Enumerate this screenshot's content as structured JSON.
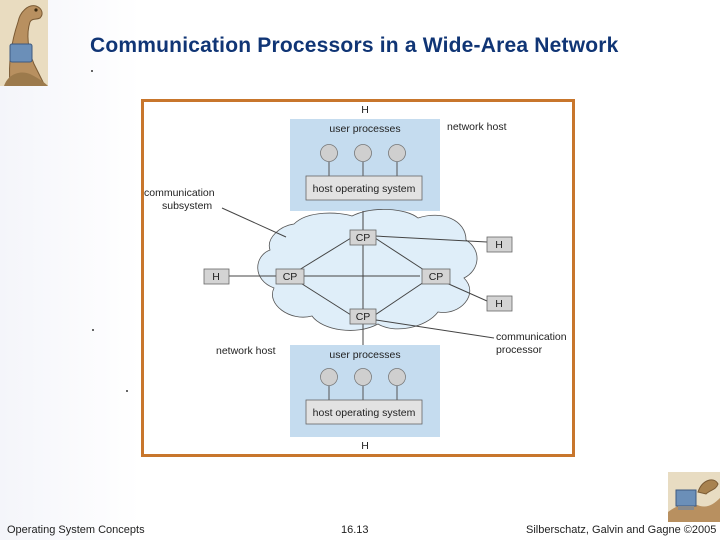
{
  "slide": {
    "title": "Communication Processors in a Wide-Area Network"
  },
  "diagram": {
    "host_top_label": "H",
    "host_bottom_label": "H",
    "network_host_top": "network host",
    "network_host_bottom": "network host",
    "user_processes_top": "user processes",
    "user_processes_bottom": "user processes",
    "host_os_top": "host operating system",
    "host_os_bottom": "host operating system",
    "comm_subsystem_line1": "communication",
    "comm_subsystem_line2": "subsystem",
    "comm_processor_line1": "communication",
    "comm_processor_line2": "processor",
    "cp_top": "CP",
    "cp_left": "CP",
    "cp_right": "CP",
    "cp_bottom": "CP",
    "h_left": "H",
    "h_right_top": "H",
    "h_right_bottom": "H",
    "colors": {
      "host_box": "#c5dcef",
      "cloud": "#dfeef9",
      "node_box": "#d4d4d4",
      "frame": "#c8762c",
      "title": "#103575"
    }
  },
  "footer": {
    "left": "Operating System Concepts",
    "center": "16.13",
    "right": "Silberschatz, Galvin and Gagne ©2005"
  }
}
